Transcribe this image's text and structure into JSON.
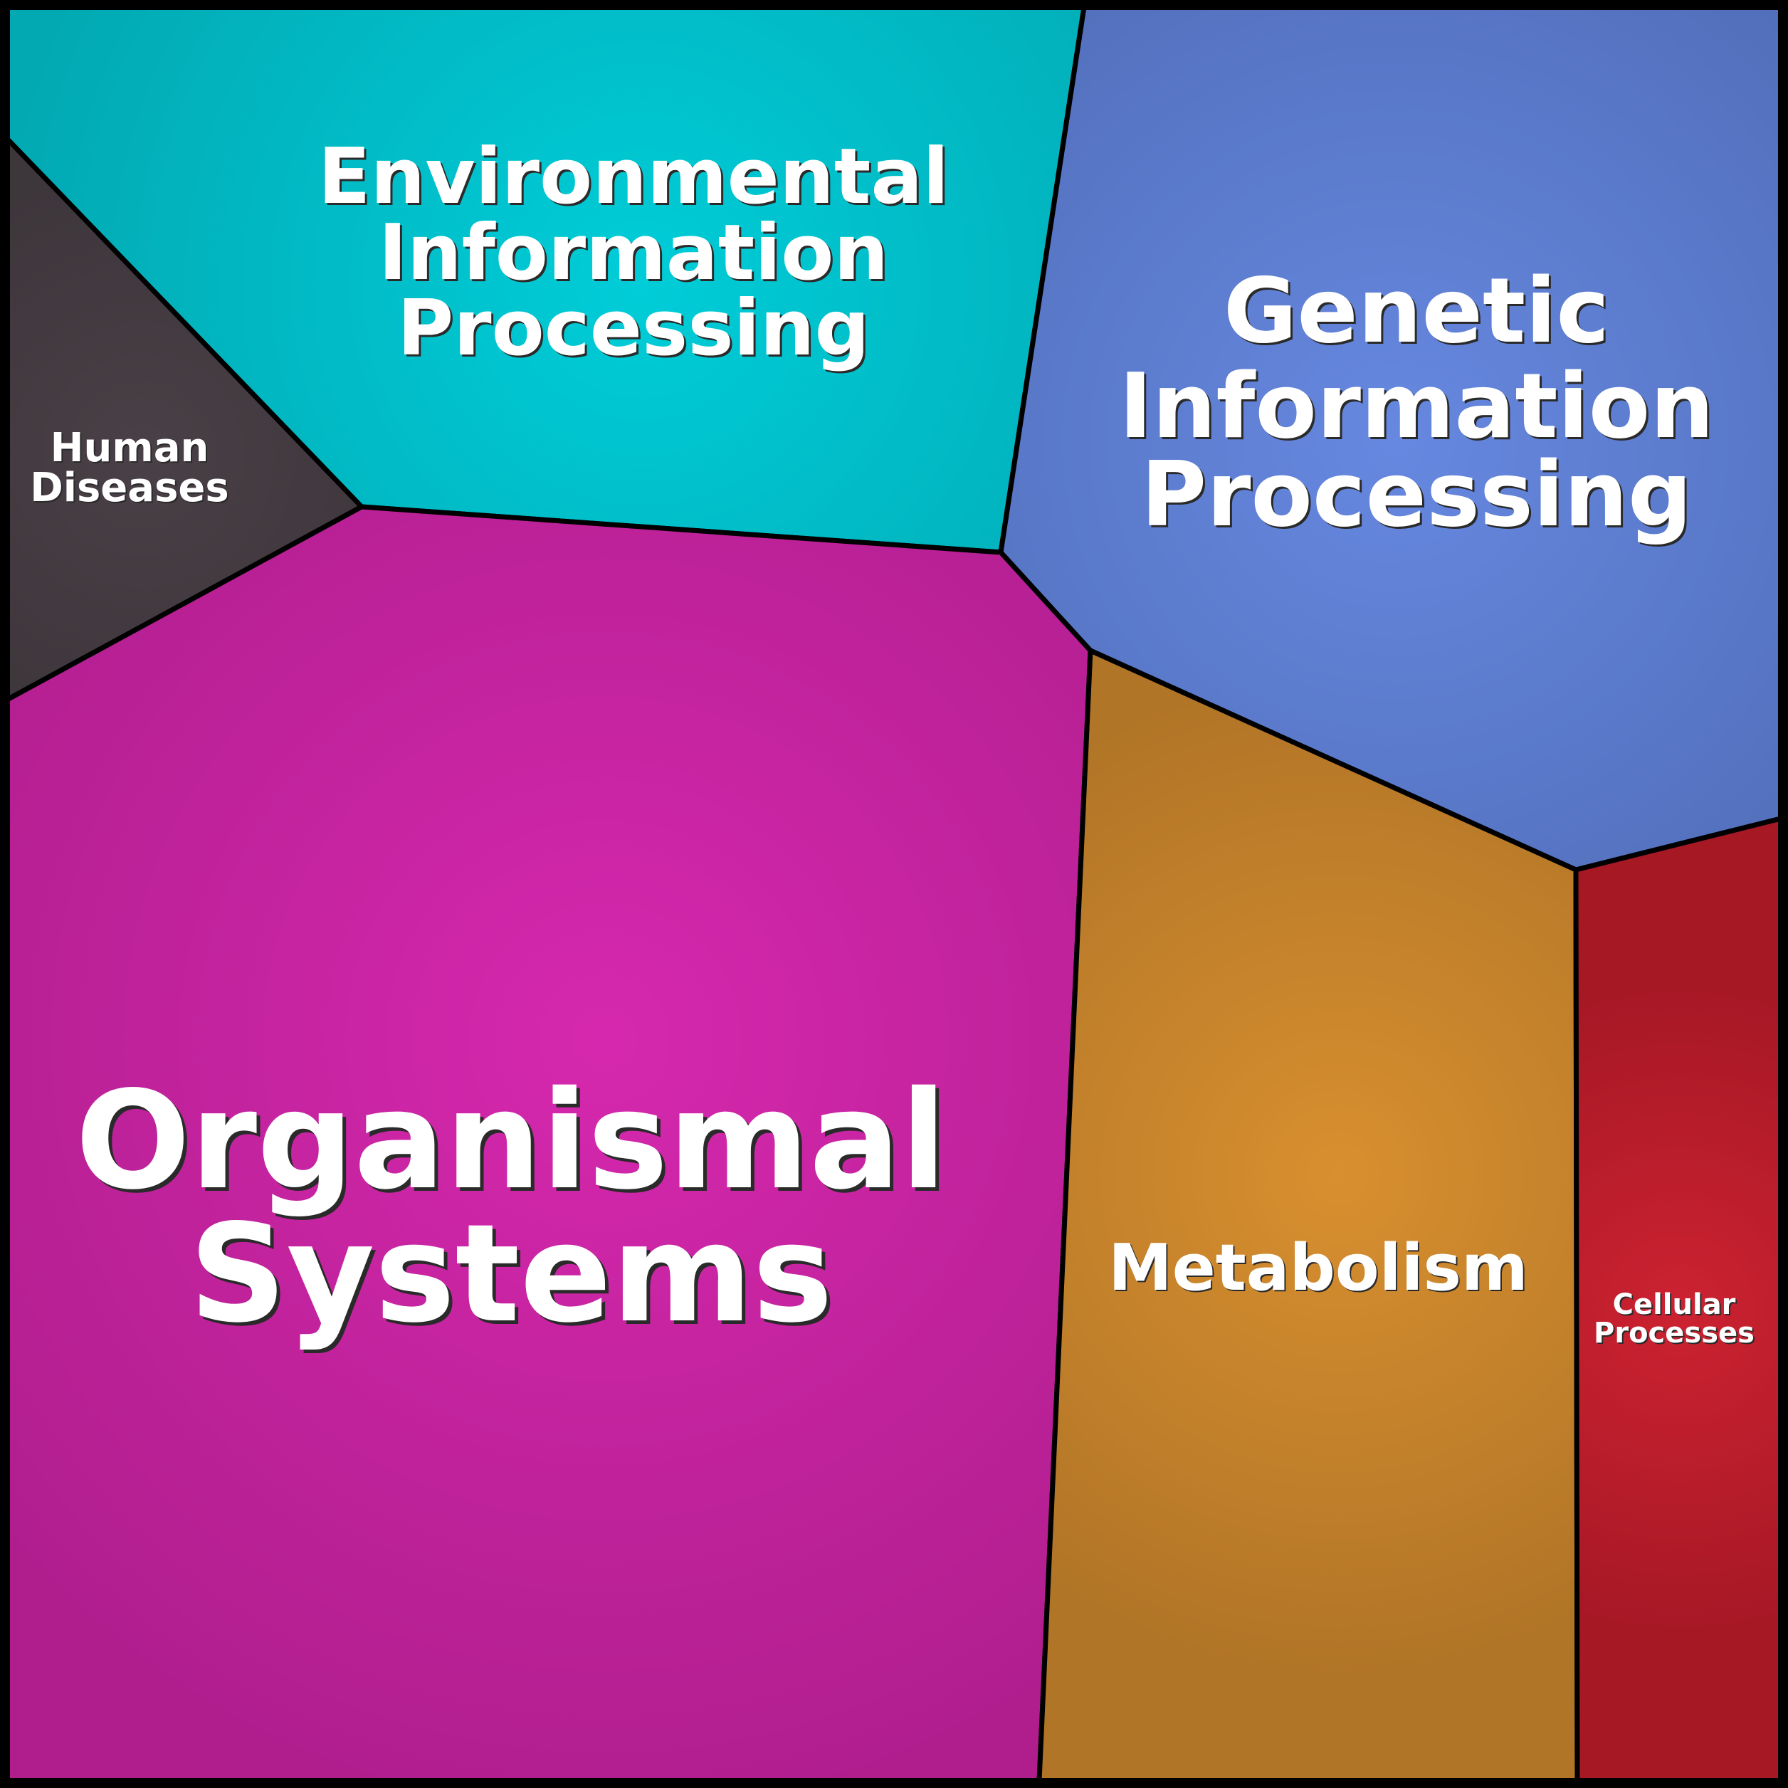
{
  "diagram": {
    "type": "voronoi-treemap",
    "cells": [
      {
        "id": "environmental-information-processing",
        "label_lines": [
          "Environmental",
          "Information",
          "Processing"
        ],
        "color_center": "#00cdd8",
        "color_edge": "#02a9b3"
      },
      {
        "id": "genetic-information-processing",
        "label_lines": [
          "Genetic",
          "Information",
          "Processing"
        ],
        "color_center": "#6688e0",
        "color_edge": "#526fbb"
      },
      {
        "id": "human-diseases",
        "label_lines": [
          "Human",
          "Diseases"
        ],
        "color_center": "#4a4047",
        "color_edge": "#3d363b"
      },
      {
        "id": "organismal-systems",
        "label_lines": [
          "Organismal",
          "Systems"
        ],
        "color_center": "#d628ae",
        "color_edge": "#b01e8e"
      },
      {
        "id": "metabolism",
        "label_lines": [
          "Metabolism"
        ],
        "color_center": "#d88f2f",
        "color_edge": "#b17527"
      },
      {
        "id": "cellular-processes",
        "label_lines": [
          "Cellular",
          "Processes"
        ],
        "color_center": "#cc2231",
        "color_edge": "#a71825"
      }
    ]
  }
}
